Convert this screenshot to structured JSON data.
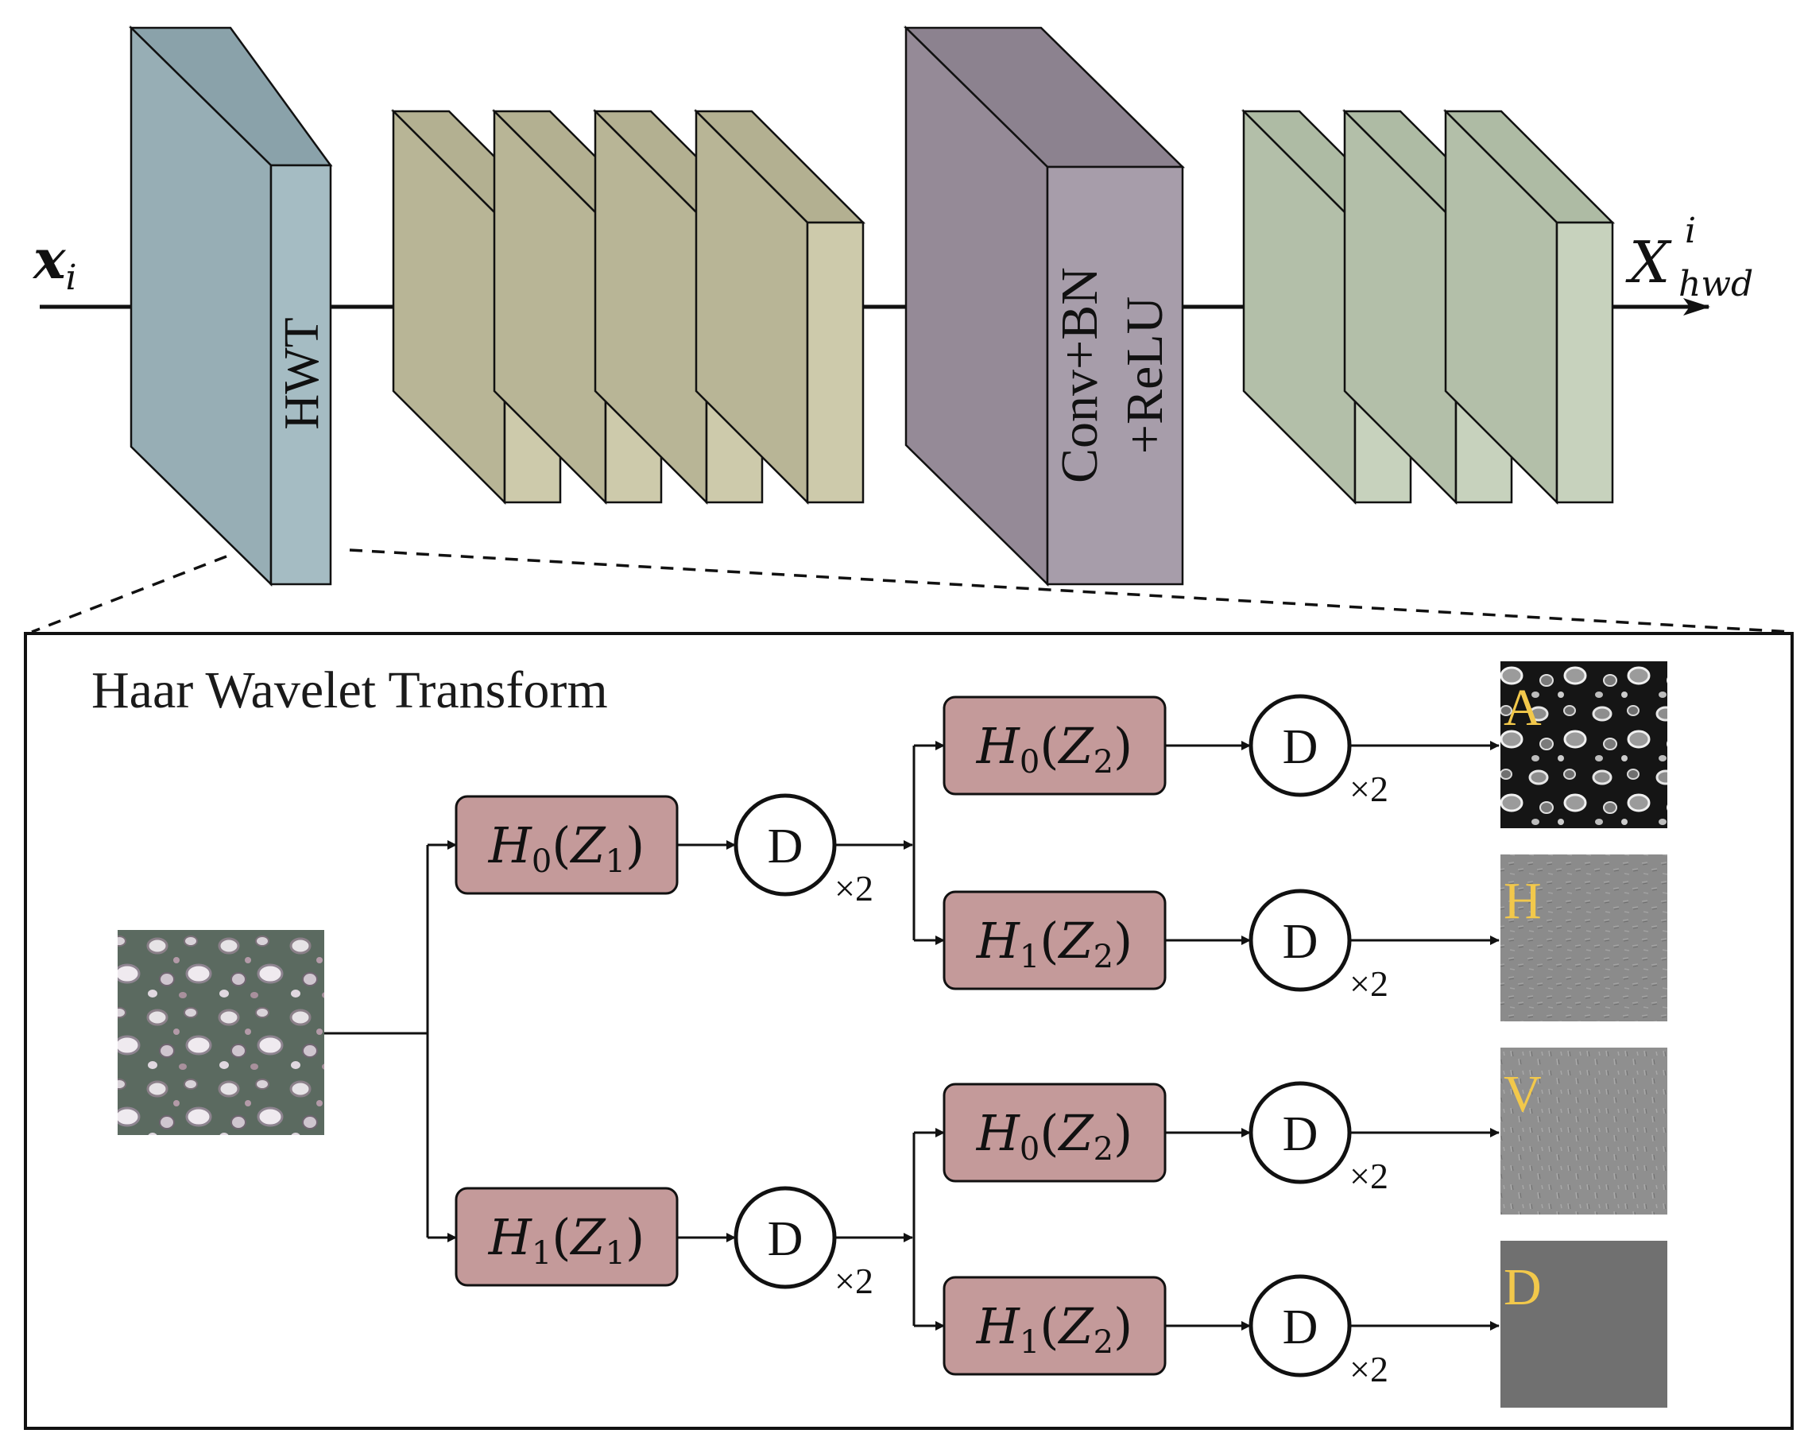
{
  "top": {
    "input_label": {
      "base": "x",
      "sub": "i"
    },
    "hwt_label": "HWT",
    "conv_label_line1": "Conv+BN",
    "conv_label_line2": "+ReLU",
    "output_label": {
      "base": "X",
      "sup": "i",
      "sub": "hwd"
    }
  },
  "panel": {
    "title": "Haar Wavelet Transform",
    "level1": [
      {
        "filter": "H",
        "index": "0",
        "arg": "Z",
        "argIndex": "1"
      },
      {
        "filter": "H",
        "index": "1",
        "arg": "Z",
        "argIndex": "1"
      }
    ],
    "level2": [
      {
        "filter": "H",
        "index": "0",
        "arg": "Z",
        "argIndex": "2"
      },
      {
        "filter": "H",
        "index": "1",
        "arg": "Z",
        "argIndex": "2"
      },
      {
        "filter": "H",
        "index": "0",
        "arg": "Z",
        "argIndex": "2"
      },
      {
        "filter": "H",
        "index": "1",
        "arg": "Z",
        "argIndex": "2"
      }
    ],
    "downsample_label": "D",
    "downsample_factor": "×2",
    "outputs": [
      "A",
      "H",
      "V",
      "D"
    ]
  },
  "colors": {
    "hwt_block": "#97aeb5",
    "olive_blocks": "#bfbc9c",
    "conv_block": "#9a8f9c",
    "green_blocks": "#bac6b0",
    "filter_box": "#c49a9a",
    "output_letter": "#f2c84b"
  }
}
